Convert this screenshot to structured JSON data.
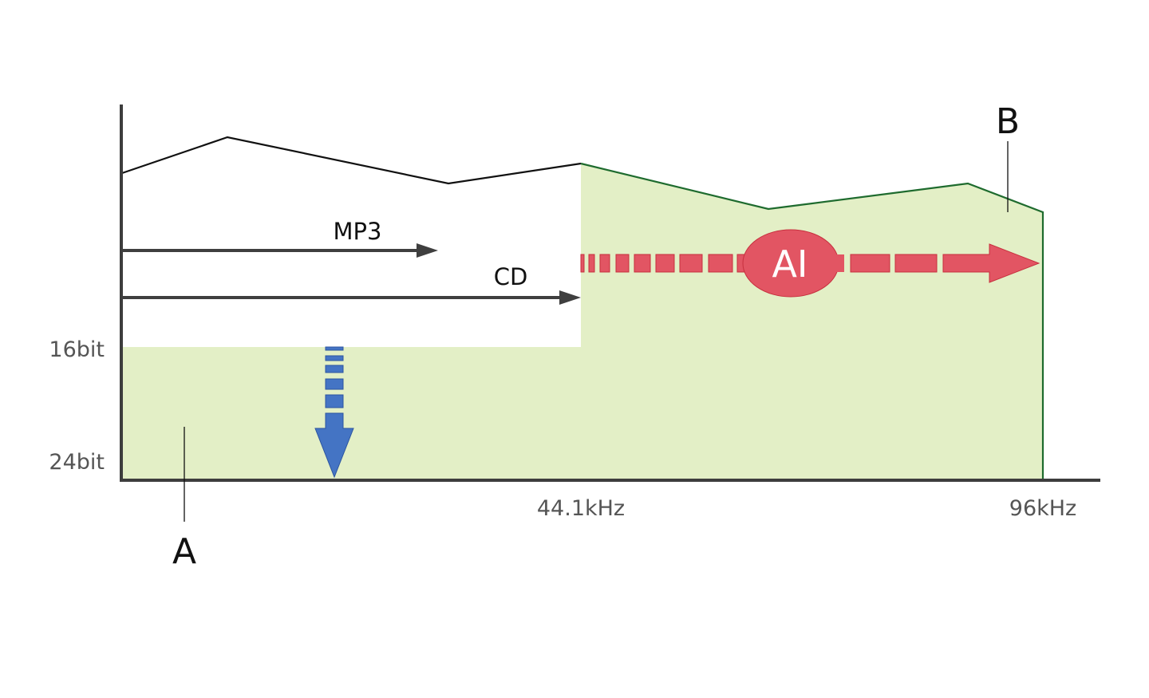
{
  "diagram": {
    "y_axis_labels": {
      "top": "16bit",
      "bottom": "24bit"
    },
    "x_axis_labels": {
      "cd_rate": "44.1kHz",
      "max_rate": "96kHz"
    },
    "format_arrows": [
      {
        "id": "mp3",
        "label": "MP3"
      },
      {
        "id": "cd",
        "label": "CD"
      }
    ],
    "upscale_label": "AI",
    "callouts": {
      "a": "A",
      "b": "B"
    },
    "colors": {
      "axis": "#3d3d3d",
      "original_waveform": "#111111",
      "extended_waveform": "#1e6b2e",
      "fill": "#e3efc6",
      "ai_red": "#e25563",
      "ai_red_edge": "#c7303e",
      "bit_depth_blue": "#4474c4",
      "bit_depth_blue_edge": "#2c55a0",
      "format_arrow": "#3f3f3f"
    }
  }
}
